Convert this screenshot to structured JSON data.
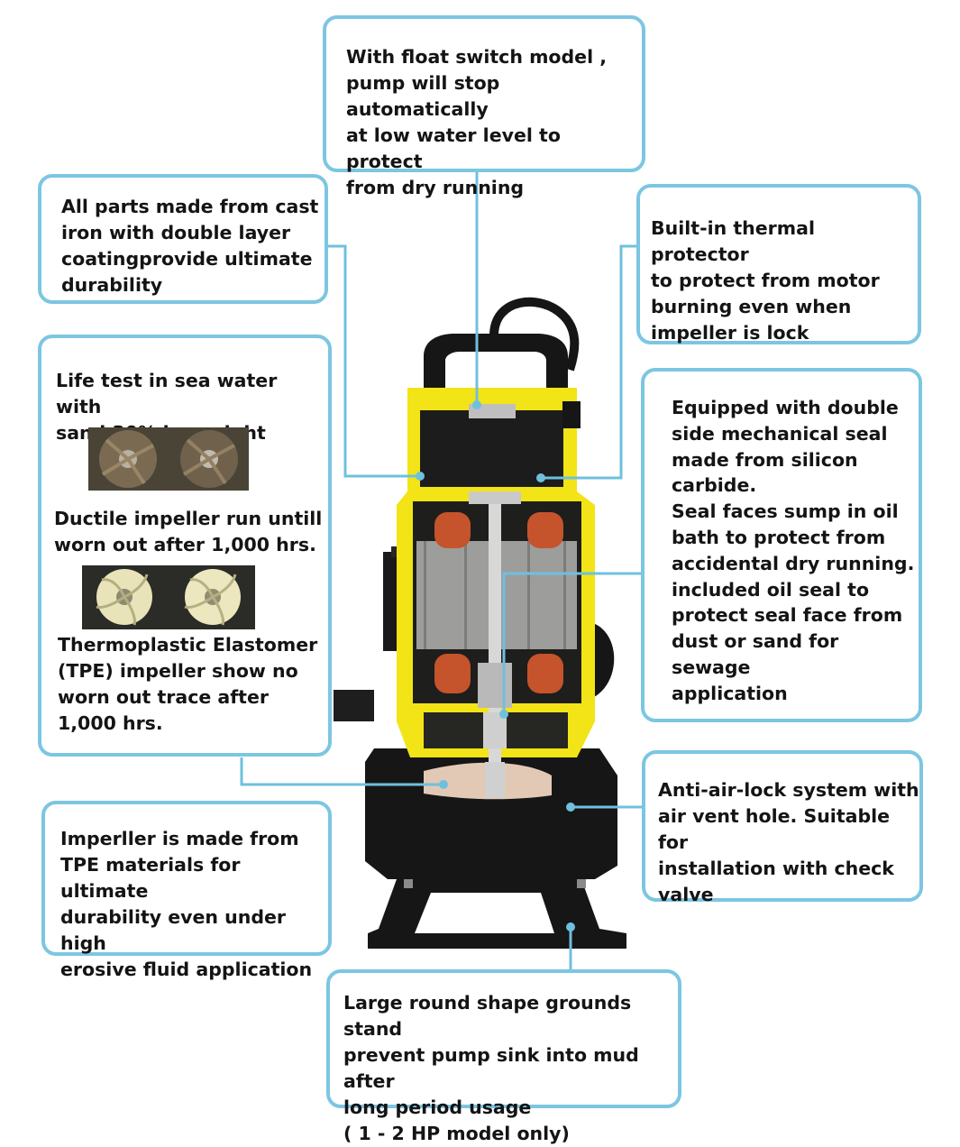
{
  "colors": {
    "callout_border": "#7cc6e2",
    "leader_line": "#6fc0df",
    "pump_body": "#f2e416",
    "pump_black": "#161616",
    "winding_copper": "#c5532b",
    "stator_steel": "#9d9d9b"
  },
  "callouts": {
    "float_switch": "With float switch model ,\npump will stop automatically\nat low water level to protect\nfrom dry running",
    "cast_iron": "All parts made from cast\niron with double layer\ncoatingprovide ultimate\ndurability",
    "thermal": "Built-in thermal protector\nto protect from motor\nburning even when\nimpeller is lock",
    "life_test": "Life test in sea water with\nsand 30% by weight",
    "ductile": "Ductile impeller run untill\nworn out after 1,000 hrs.",
    "tpe_test": "Thermoplastic Elastomer\n(TPE) impeller show no\nworn out trace after\n1,000 hrs.",
    "seal": "Equipped with double\nside mechanical seal\nmade from silicon\ncarbide.\nSeal faces sump in oil\nbath to protect from\naccidental dry running.\nincluded oil seal to\nprotect seal face from\ndust or sand for sewage\napplication",
    "impeller": "Imperller is made from\nTPE materials for ultimate\ndurability even under high\nerosive fluid application",
    "anti_air_lock": "Anti-air-lock system with\nair vent hole. Suitable for\ninstallation with check\nvalve",
    "stand": "Large round shape grounds stand\nprevent pump sink into mud after\nlong period usage\n( 1 - 2 HP model only)"
  }
}
